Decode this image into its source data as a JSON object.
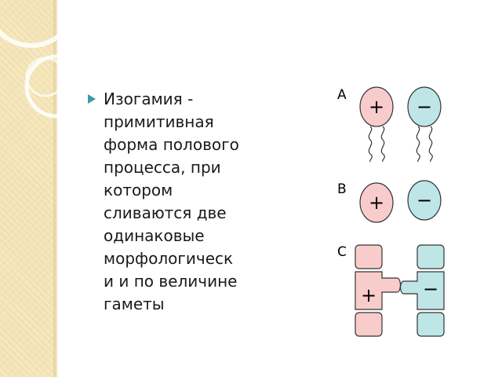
{
  "slide": {
    "text": "Изогамия -\nпримитивная\nформа полового\nпроцесса, при\nкотором\nсливаются две\nодинаковые\nморфологическ\nи и по величине\nгаметы"
  },
  "figure": {
    "rows": [
      {
        "label": "A",
        "left_sign": "+",
        "right_sign": "−"
      },
      {
        "label": "B",
        "left_sign": "+",
        "right_sign": "−"
      },
      {
        "label": "C",
        "left_sign": "+",
        "right_sign": "−"
      }
    ]
  },
  "colors": {
    "plus_fill": "#f9cccc",
    "minus_fill": "#bfe6e6",
    "bullet": "#3a9ab0",
    "strip": "#f3e3b4"
  }
}
